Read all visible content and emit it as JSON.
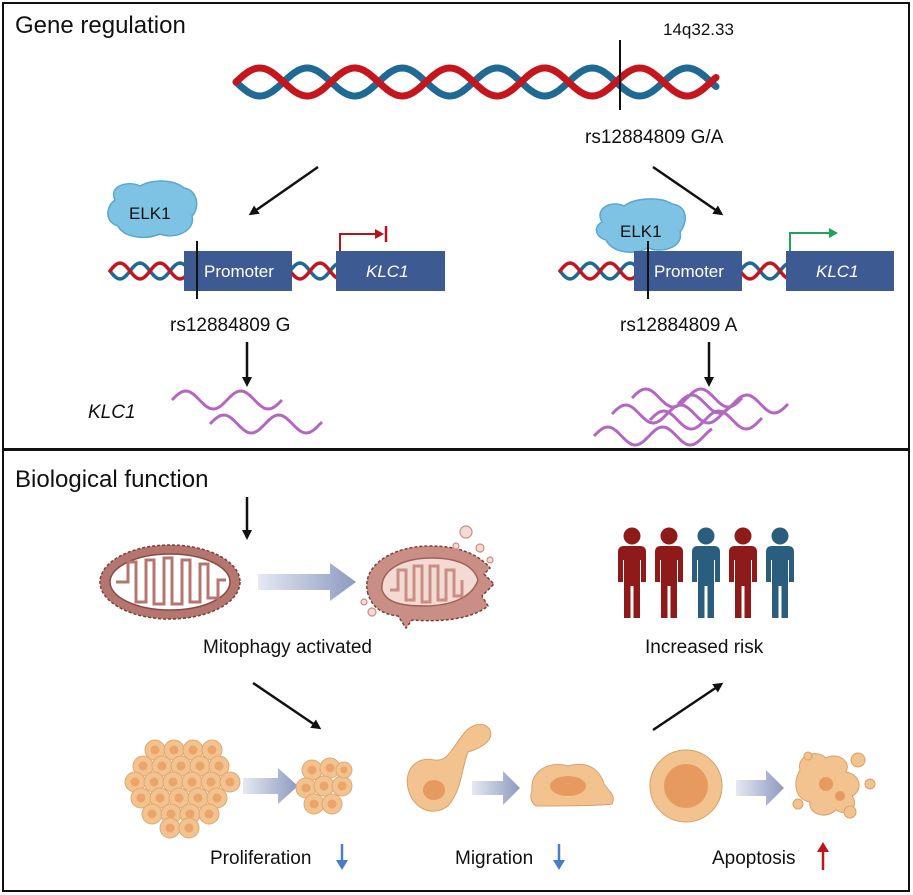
{
  "panels": {
    "gene_regulation": {
      "title": "Gene regulation",
      "locus": "14q32.33",
      "snp": "rs12884809 G/A",
      "left": {
        "factor": "ELK1",
        "promoter": "Promoter",
        "gene": "KLC1",
        "allele": "rs12884809 G",
        "transcript_label": "KLC1",
        "transcription": "repressed"
      },
      "right": {
        "factor": "ELK1",
        "promoter": "Promoter",
        "gene": "KLC1",
        "allele": "rs12884809 A",
        "transcription": "activated"
      }
    },
    "biological_function": {
      "title": "Biological function",
      "mitophagy": "Mitophagy activated",
      "risk": "Increased risk",
      "outcomes": [
        {
          "label": "Proliferation",
          "direction": "down",
          "color": "#4a7cc7"
        },
        {
          "label": "Migration",
          "direction": "down",
          "color": "#4a7cc7"
        },
        {
          "label": "Apoptosis",
          "direction": "up",
          "color": "#c0141a"
        }
      ]
    }
  },
  "colors": {
    "dna_red": "#c4161c",
    "dna_blue": "#1f6a95",
    "box_blue": "#3e5a93",
    "protein": "#7fc3e4",
    "mrna": "#b566c2",
    "mito": "#b5766f",
    "cell": "#f2c28f",
    "person_red": "#8e1a1a",
    "person_blue": "#2b5e7e",
    "repress_arrow": "#b5141b",
    "activate_arrow": "#1fa45a"
  },
  "people": [
    "red",
    "red",
    "blue",
    "red",
    "blue"
  ]
}
